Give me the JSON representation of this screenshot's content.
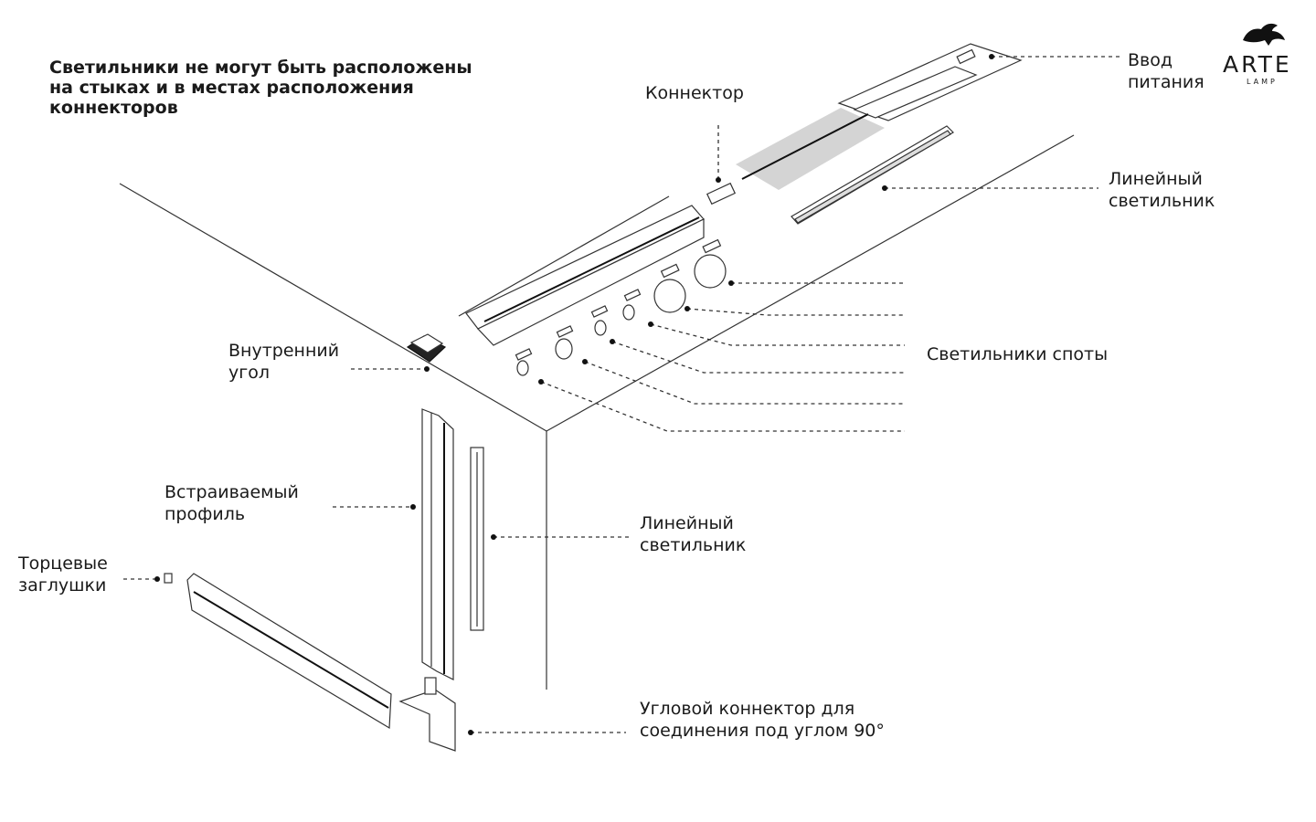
{
  "warning": {
    "line1": "Светильники не могут быть расположены",
    "line2": "на стыках и в местах расположения",
    "line3": "коннекторов"
  },
  "logo": {
    "word": "ARTE",
    "sub": "LAMP"
  },
  "labels": {
    "connector": "Коннектор",
    "power_in": {
      "line1": "Ввод",
      "line2": "питания"
    },
    "linear_top": {
      "line1": "Линейный",
      "line2": "светильник"
    },
    "spots": "Светильники споты",
    "inner_corner": {
      "line1": "Внутренний",
      "line2": "угол"
    },
    "profile": {
      "line1": "Встраиваемый",
      "line2": "профиль"
    },
    "linear_mid": {
      "line1": "Линейный",
      "line2": "светильник"
    },
    "end_caps": {
      "line1": "Торцевые",
      "line2": "заглушки"
    },
    "corner_connector": {
      "line1": "Угловой коннектор для",
      "line2": "соединения под углом 90°"
    }
  }
}
